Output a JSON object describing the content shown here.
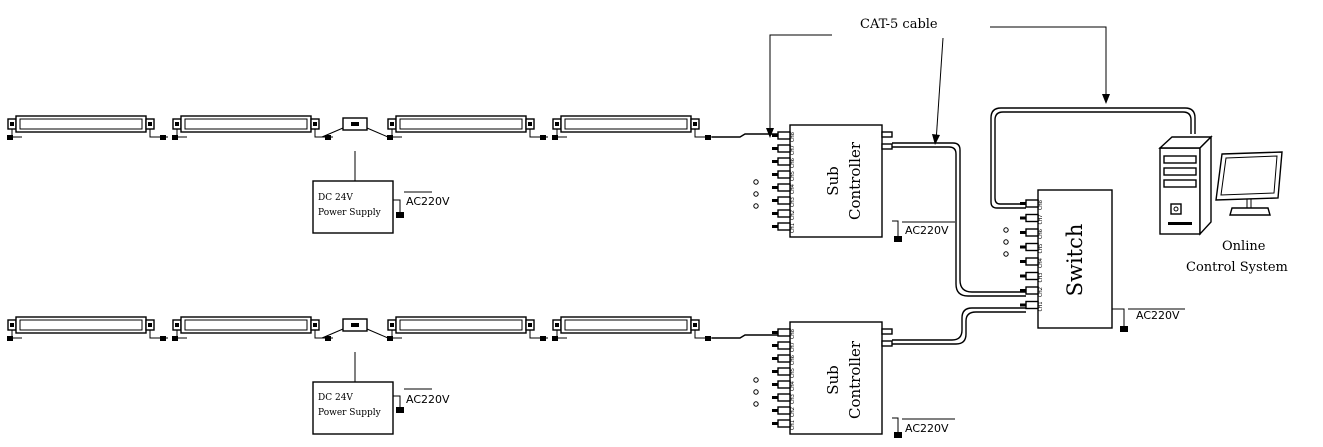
{
  "cable_label": "CAT-5 cable",
  "power_supply": {
    "line1": "DC 24V",
    "line2": "Power Supply"
  },
  "ac_label": "AC220V",
  "sub_controller": {
    "line1": "Sub",
    "line2": "Controller"
  },
  "switch_label": "Switch",
  "online": {
    "line1": "Online",
    "line2": "Control System"
  },
  "channels": [
    "CH1",
    "CH2",
    "CH3",
    "CH4",
    "CH5",
    "CH6",
    "CH7",
    "CH8"
  ]
}
